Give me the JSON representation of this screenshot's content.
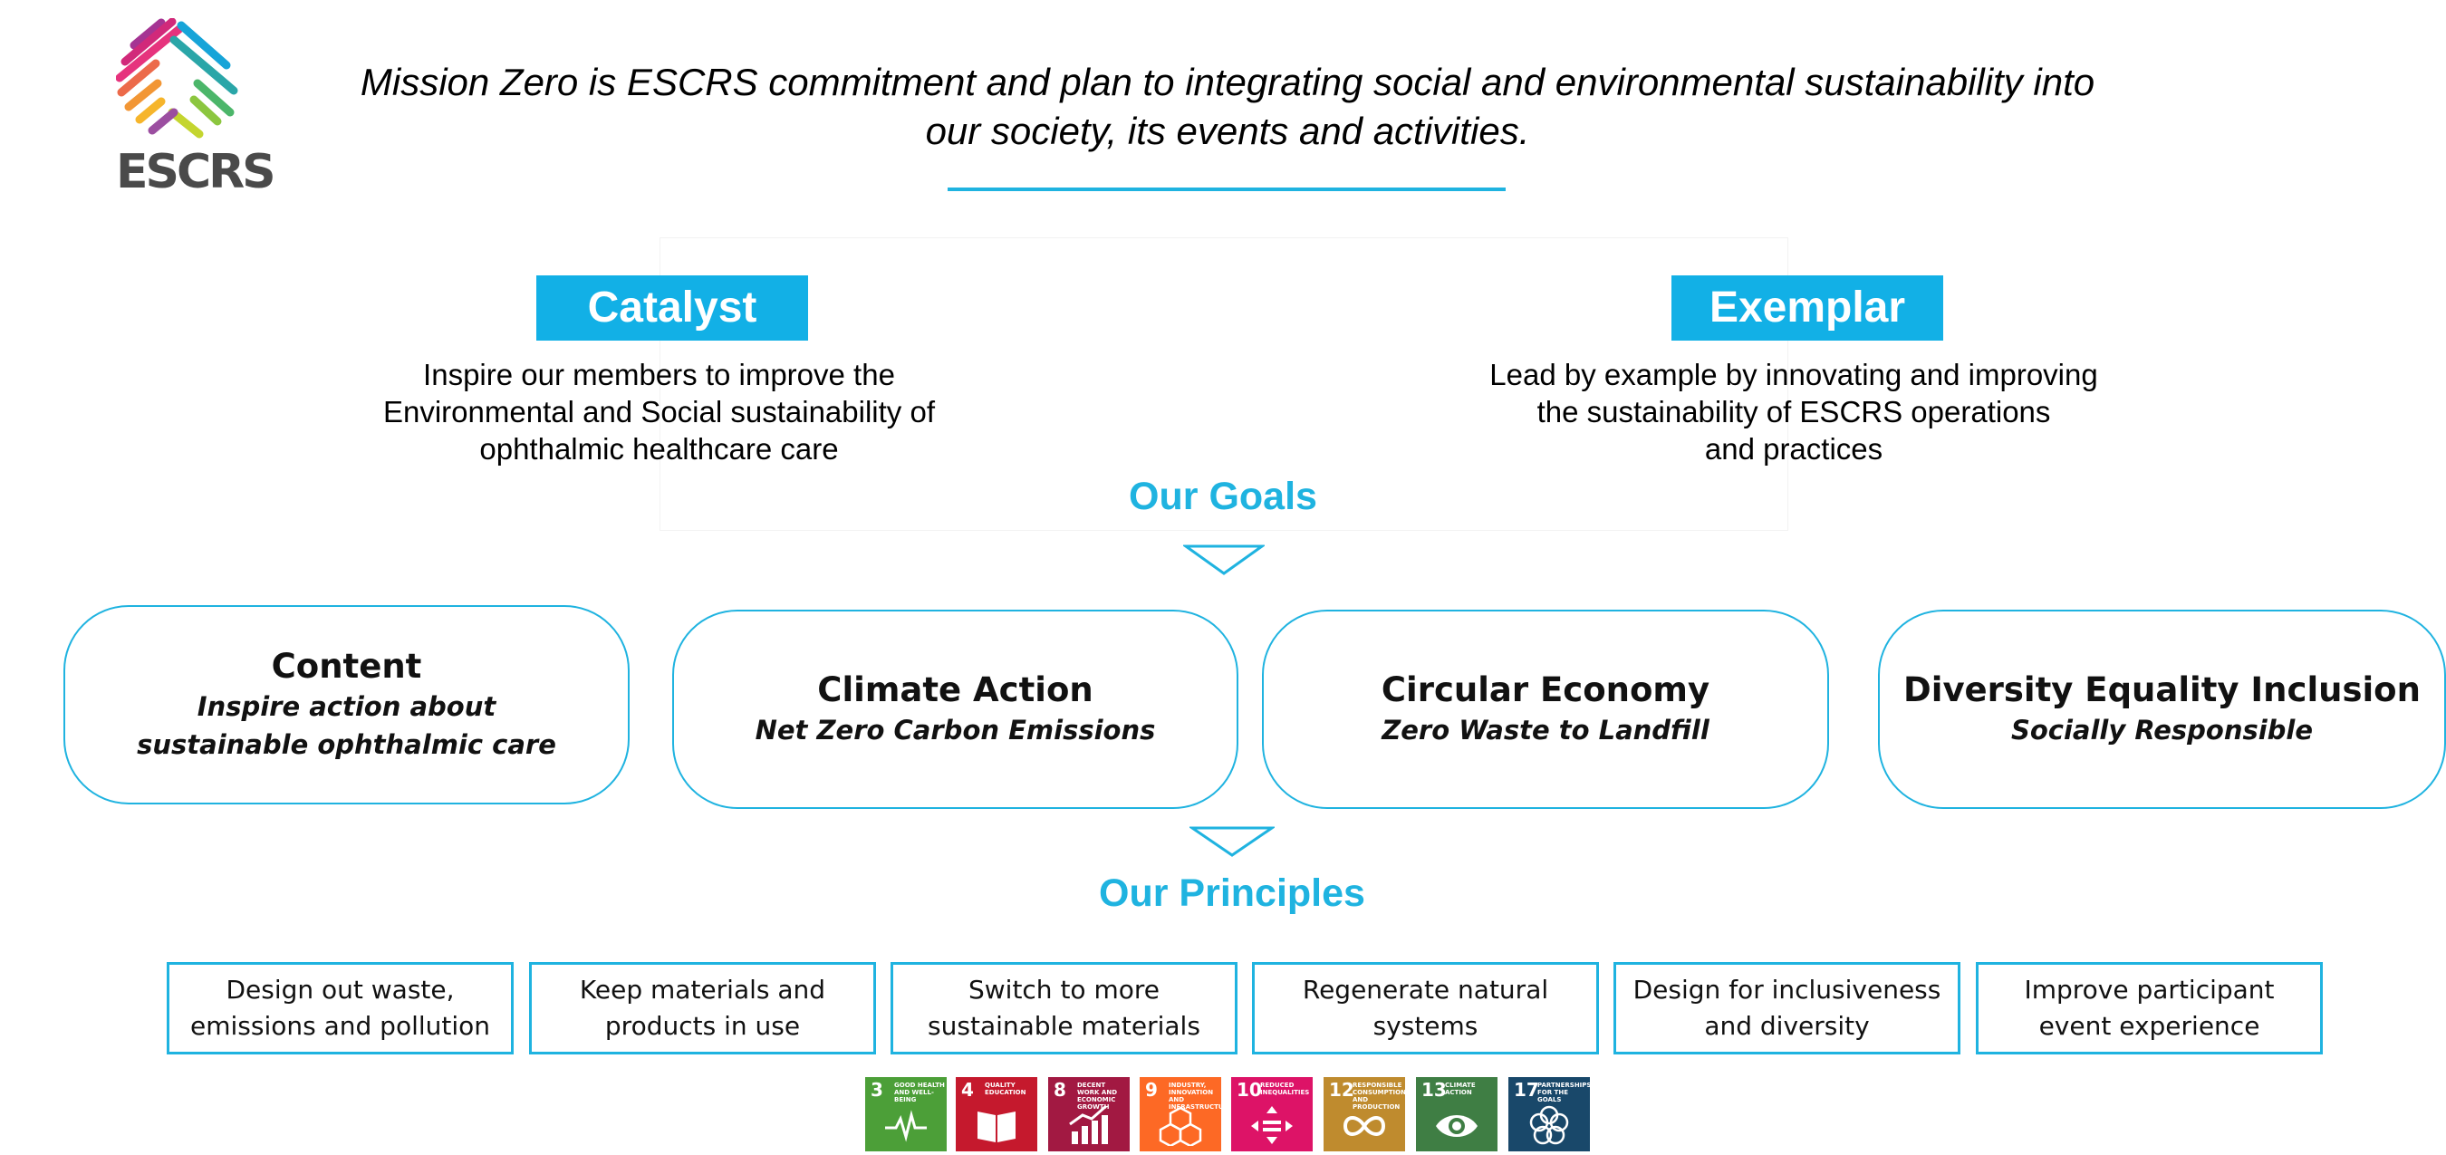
{
  "brand": {
    "name": "ESCRS",
    "accent": "#1fb3e0",
    "tag_color": "#12b0e6"
  },
  "mission": {
    "line1": "Mission Zero is ESCRS commitment and plan to integrating social and environmental sustainability into",
    "line2": "our society, its events and activities."
  },
  "catalyst": {
    "title": "Catalyst",
    "lines": [
      "Inspire our members to improve the",
      "Environmental  and Social sustainability  of",
      "ophthalmic  healthcare care"
    ]
  },
  "exemplar": {
    "title": "Exemplar",
    "lines": [
      "Lead by example by innovating and improving",
      "the sustainability of ESCRS operations",
      "and practices"
    ]
  },
  "goals": {
    "title": "Our Goals",
    "items": [
      {
        "title": "Content",
        "sub": "Inspire action about sustainable ophthalmic care"
      },
      {
        "title": "Climate Action",
        "sub": "Net Zero Carbon Emissions"
      },
      {
        "title": "Circular Economy",
        "sub": "Zero Waste to Landfill"
      },
      {
        "title": "Diversity Equality Inclusion",
        "sub": "Socially Responsible"
      }
    ]
  },
  "principles": {
    "title": "Our Principles",
    "items": [
      {
        "line1": "Design out waste,",
        "line2": "emissions and pollution"
      },
      {
        "line1": "Keep materials and",
        "line2": "products in use"
      },
      {
        "line1": "Switch to more",
        "line2": "sustainable materials"
      },
      {
        "line1": "Regenerate natural",
        "line2": "systems"
      },
      {
        "line1": "Design for inclusiveness",
        "line2": "and diversity"
      },
      {
        "line1": "Improve participant",
        "line2": "event experience"
      }
    ]
  },
  "sdgs": [
    {
      "num": "3",
      "label": "Good health and well-being",
      "color": "#4c9f38",
      "icon": "heartbeat-icon"
    },
    {
      "num": "4",
      "label": "Quality education",
      "color": "#c5192d",
      "icon": "book-icon"
    },
    {
      "num": "8",
      "label": "Decent work and economic growth",
      "color": "#a21942",
      "icon": "growth-chart-icon"
    },
    {
      "num": "9",
      "label": "Industry, innovation and infrastructure",
      "color": "#fd6925",
      "icon": "cubes-icon"
    },
    {
      "num": "10",
      "label": "Reduced inequalities",
      "color": "#dd1367",
      "icon": "equality-icon"
    },
    {
      "num": "12",
      "label": "Responsible consumption and production",
      "color": "#bf8b2e",
      "icon": "infinity-icon"
    },
    {
      "num": "13",
      "label": "Climate action",
      "color": "#3f7e44",
      "icon": "eye-globe-icon"
    },
    {
      "num": "17",
      "label": "Partnerships for the goals",
      "color": "#19486a",
      "icon": "flower-rings-icon"
    }
  ]
}
